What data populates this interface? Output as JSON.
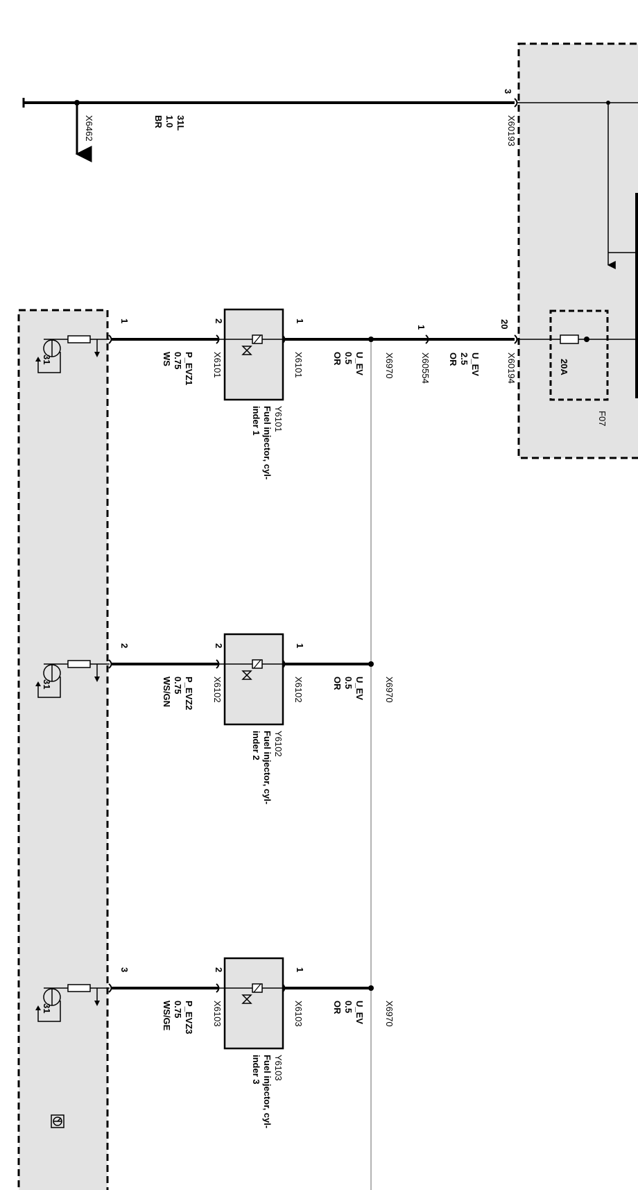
{
  "colors": {
    "module_fill": "#e3e3e3",
    "wire": "#000000",
    "thin_wire": "#9a9a9a"
  },
  "ground_top": {
    "connector": "X6462",
    "wire": {
      "signal": "31L",
      "gauge": "1.0",
      "color": "BR"
    }
  },
  "dme": {
    "connector_ground": "X60193",
    "pin_ground": "3",
    "connector_supply": "X60194",
    "pin_supply": "20",
    "fuse": {
      "name": "F07",
      "rating": "20A"
    }
  },
  "supply": {
    "dme_wire": {
      "signal": "U_EV",
      "gauge": "2.5",
      "color": "OR"
    },
    "connector_x60554": "X60554",
    "pin_x60554": "1",
    "splice": "X6970"
  },
  "injectors": [
    {
      "id": "Y6101",
      "name": "Fuel injector, cyl-\ninder 1",
      "name_line1": "Fuel injector, cyl-",
      "name_line2": "inder 1",
      "conn": "X6101",
      "pin_supply": "1",
      "pin_control": "2",
      "ecu_pin": "1",
      "supply_wire": {
        "signal": "U_EV",
        "gauge": "0.5",
        "color": "OR"
      },
      "control_wire": {
        "signal": "P_EVZ1",
        "gauge": "0.75",
        "color": "WS"
      },
      "ground": "31"
    },
    {
      "id": "Y6102",
      "name_line1": "Fuel injector, cyl-",
      "name_line2": "inder 2",
      "conn": "X6102",
      "pin_supply": "1",
      "pin_control": "2",
      "ecu_pin": "2",
      "supply_wire": {
        "signal": "U_EV",
        "gauge": "0.5",
        "color": "OR"
      },
      "control_wire": {
        "signal": "P_EVZ2",
        "gauge": "0.75",
        "color": "WS/GN"
      },
      "splice": "X6970",
      "ground": "31"
    },
    {
      "id": "Y6103",
      "name_line1": "Fuel injector, cyl-",
      "name_line2": "inder 3",
      "conn": "X6103",
      "pin_supply": "1",
      "pin_control": "2",
      "ecu_pin": "3",
      "supply_wire": {
        "signal": "U_EV",
        "gauge": "0.5",
        "color": "OR"
      },
      "control_wire": {
        "signal": "P_EVZ3",
        "gauge": "0.75",
        "color": "WS/GE"
      },
      "splice": "X6970",
      "ground": "31"
    }
  ],
  "icons": {
    "esd": "esd-symbol-icon"
  }
}
